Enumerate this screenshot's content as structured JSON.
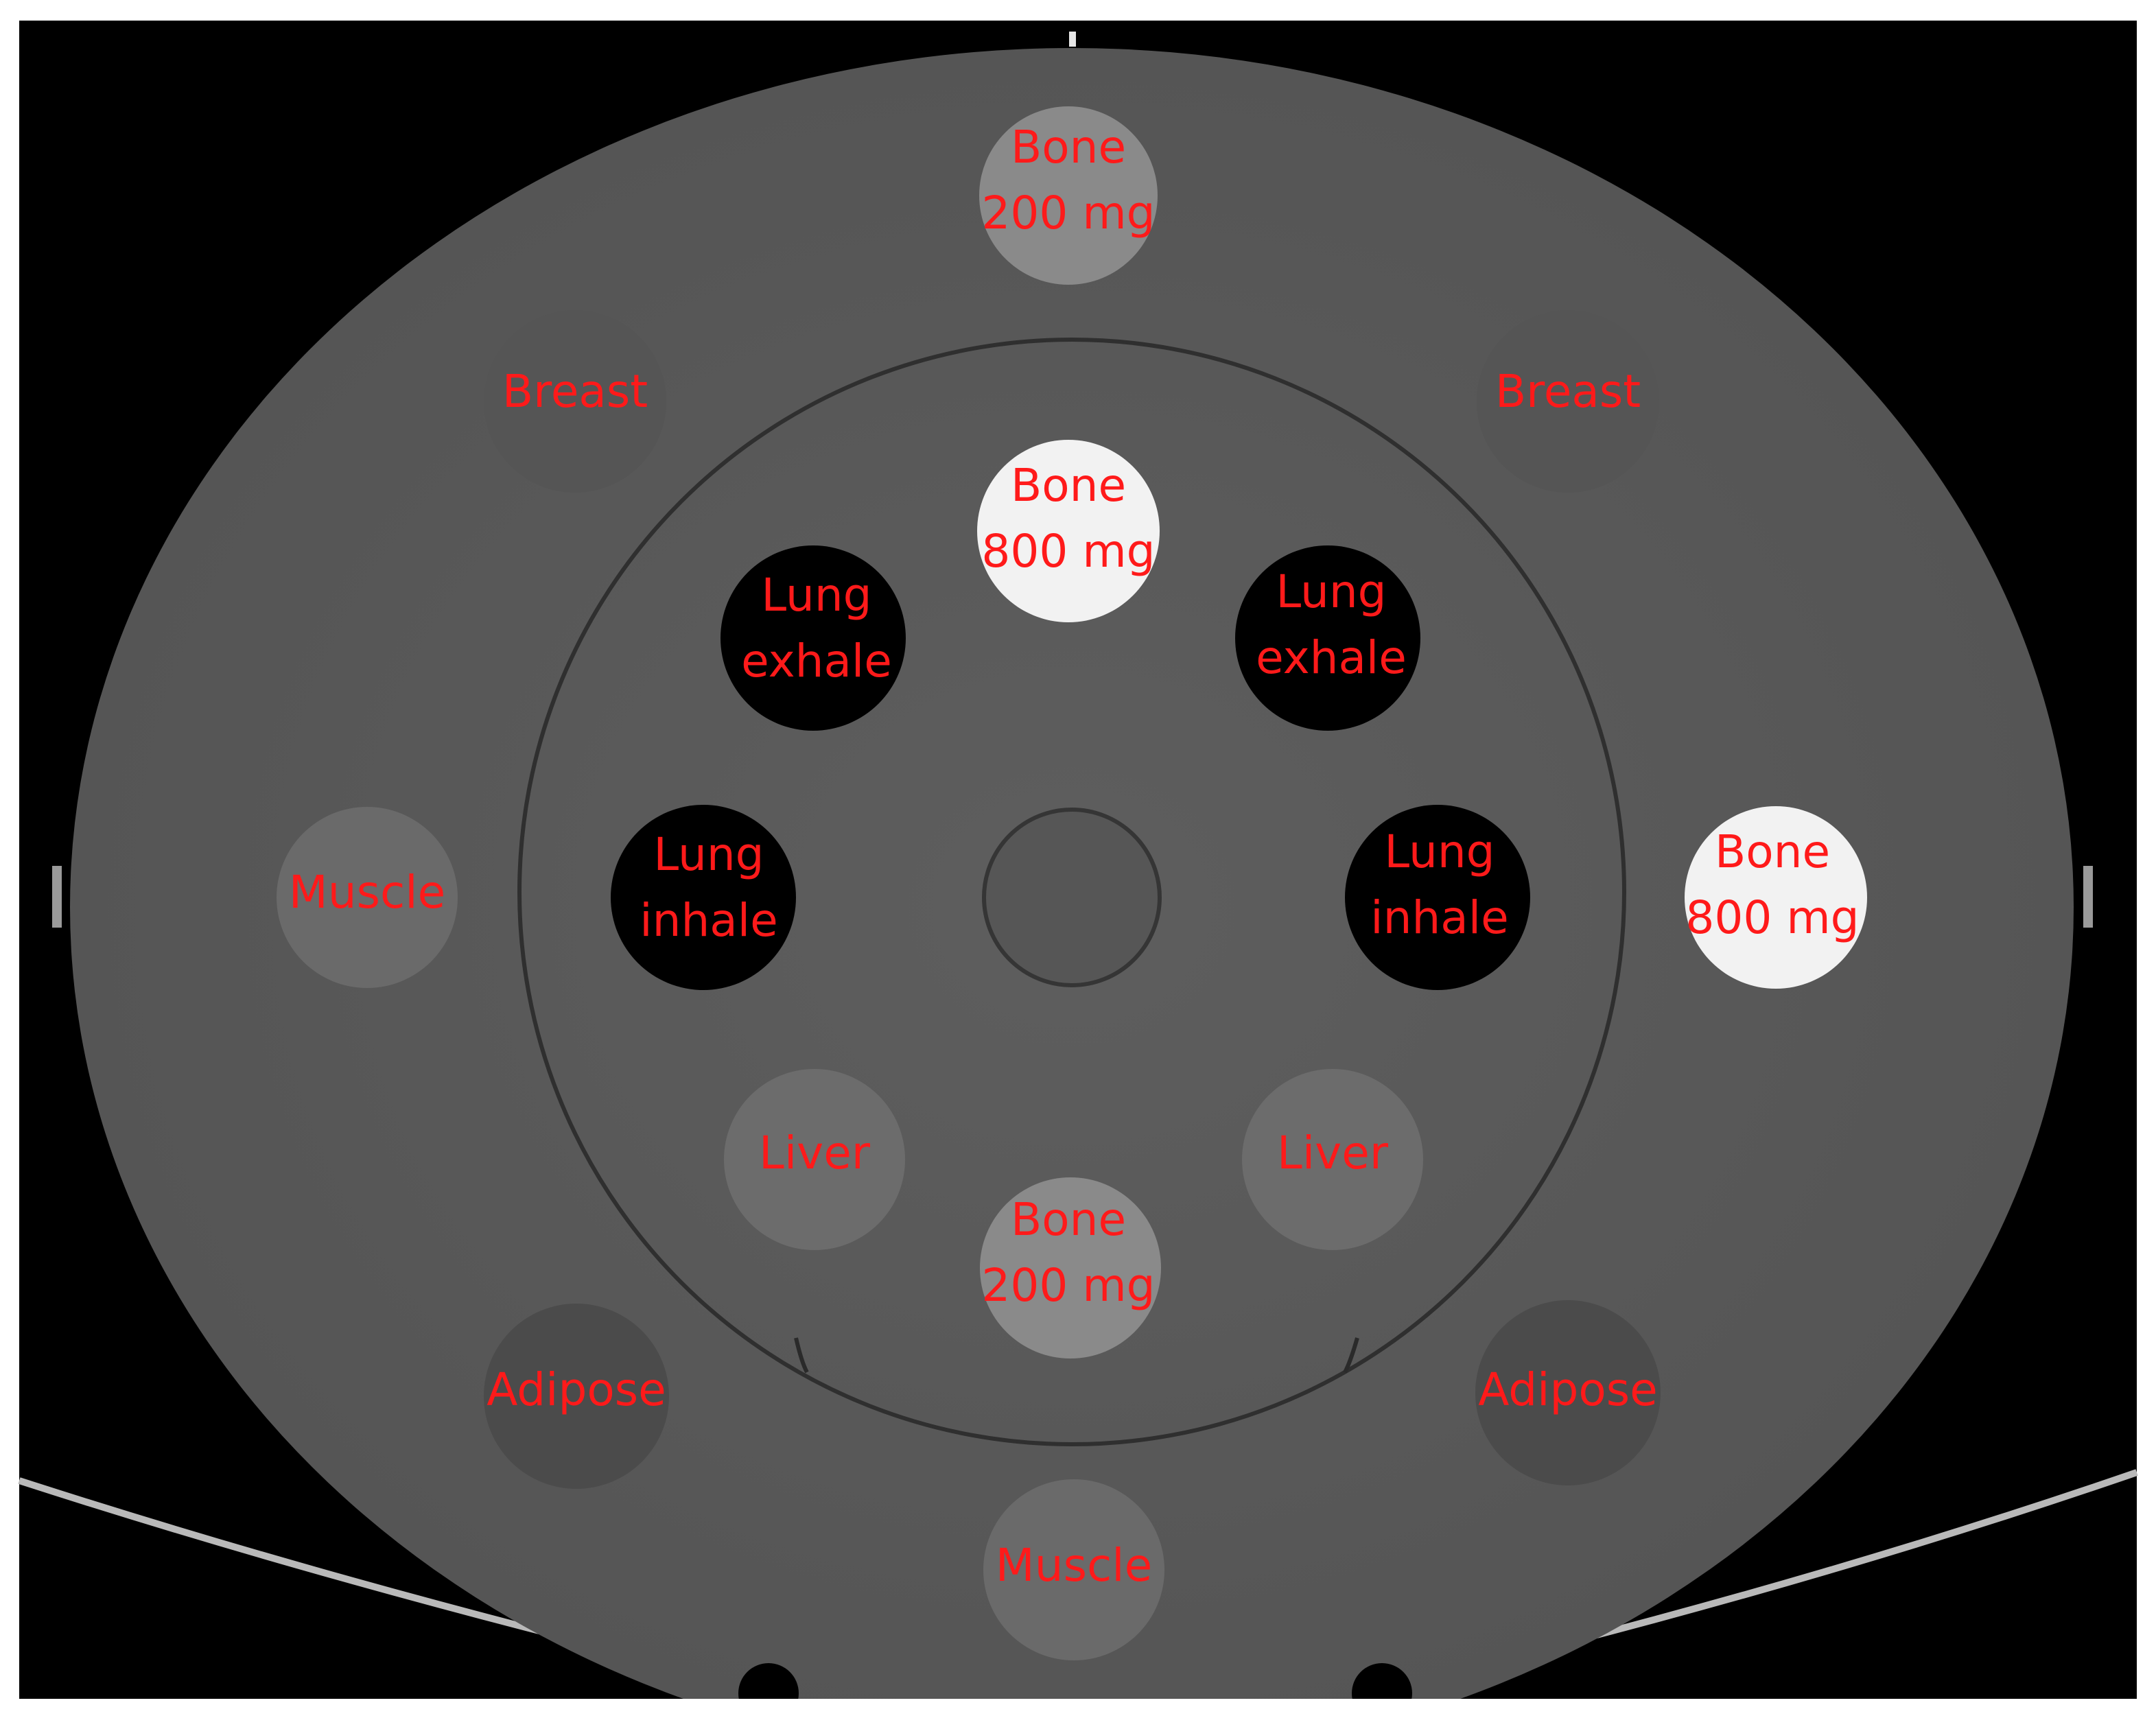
{
  "colors": {
    "label": "#ff1a1a",
    "background": "#000000",
    "phantom_body": "#5a5a5a",
    "bone_800": "#f2f2f2",
    "bone_200": "#8a8a8a",
    "lung": "#000000",
    "breast": "#555555",
    "adipose": "#4b4b4b",
    "muscle": "#6a6a6a",
    "liver": "#6c6c6c"
  },
  "inserts": [
    {
      "id": "bone-200-top",
      "material": "bone-200",
      "lines": [
        "Bone",
        "200 mg"
      ]
    },
    {
      "id": "breast-left",
      "material": "breast",
      "lines": [
        "Breast"
      ]
    },
    {
      "id": "breast-right",
      "material": "breast",
      "lines": [
        "Breast"
      ]
    },
    {
      "id": "bone-800-inner",
      "material": "bone-800",
      "lines": [
        "Bone",
        "800 mg"
      ]
    },
    {
      "id": "lung-exhale-left",
      "material": "lung",
      "lines": [
        "Lung",
        "exhale"
      ]
    },
    {
      "id": "lung-exhale-right",
      "material": "lung",
      "lines": [
        "Lung",
        "exhale"
      ]
    },
    {
      "id": "muscle-left",
      "material": "muscle",
      "lines": [
        "Muscle"
      ]
    },
    {
      "id": "lung-inhale-left",
      "material": "lung",
      "lines": [
        "Lung",
        "inhale"
      ]
    },
    {
      "id": "center-insert",
      "material": "center",
      "lines": []
    },
    {
      "id": "lung-inhale-right",
      "material": "lung",
      "lines": [
        "Lung",
        "inhale"
      ]
    },
    {
      "id": "bone-800-outer",
      "material": "bone-800",
      "lines": [
        "Bone",
        "800 mg"
      ]
    },
    {
      "id": "liver-left",
      "material": "liver",
      "lines": [
        "Liver"
      ]
    },
    {
      "id": "liver-right",
      "material": "liver",
      "lines": [
        "Liver"
      ]
    },
    {
      "id": "bone-200-inner",
      "material": "bone-200",
      "lines": [
        "Bone",
        "200 mg"
      ]
    },
    {
      "id": "adipose-left",
      "material": "adipose",
      "lines": [
        "Adipose"
      ]
    },
    {
      "id": "adipose-right",
      "material": "adipose",
      "lines": [
        "Adipose"
      ]
    },
    {
      "id": "muscle-bottom",
      "material": "muscle",
      "lines": [
        "Muscle"
      ]
    }
  ]
}
